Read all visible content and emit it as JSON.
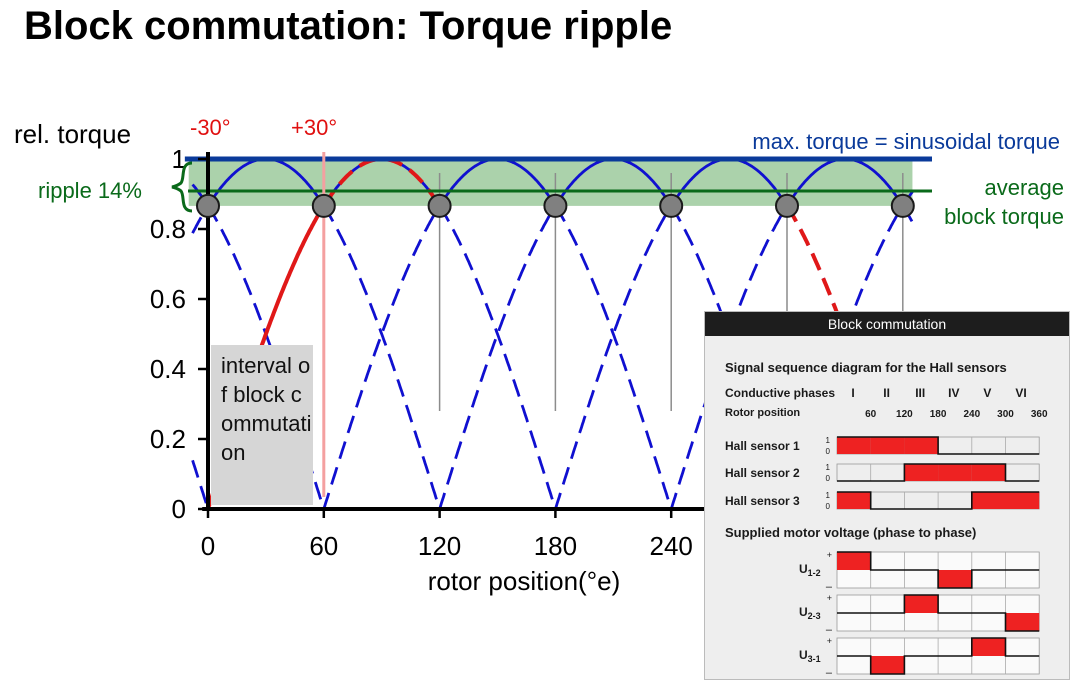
{
  "page": {
    "title": "Block commutation: Torque ripple"
  },
  "chart_data": [
    {
      "type": "line",
      "xlabel": "rotor position(°e)",
      "ylabel": "rel. torque",
      "xlim": [
        0,
        360
      ],
      "ylim": [
        0,
        1
      ],
      "x_ticks": [
        0,
        60,
        120,
        180,
        240
      ],
      "x_tick_labels": [
        "0",
        "60",
        "120",
        "180",
        "240"
      ],
      "y_ticks": [
        0,
        0.2,
        0.4,
        0.6,
        0.8,
        1
      ],
      "y_tick_labels": [
        "0",
        "0.2",
        "0.4",
        "0.6",
        "0.8",
        "1"
      ],
      "series": [
        {
          "kind": "phase-torque-curves",
          "function": "|sin(x + phase)|",
          "color": "#1010d0",
          "dashed_below": 0.866
        },
        {
          "kind": "active-block-torque",
          "color": "#e01818",
          "x_ranges": [
            [
              0,
              60
            ],
            [
              60,
              120
            ],
            [
              300,
              360
            ]
          ]
        },
        {
          "kind": "constant",
          "y": 1,
          "color": "#0a3a9a"
        },
        {
          "kind": "constant",
          "y": 0.9085,
          "color": "#0a6a1a"
        }
      ],
      "commutation_points": {
        "x": [
          0,
          60,
          120,
          180,
          240,
          300,
          360
        ],
        "y": 0.866
      },
      "markers": {
        "minus30": {
          "label": "-30°",
          "x": 0,
          "color": "#e01010"
        },
        "plus30": {
          "label": "+30°",
          "x": 60,
          "color": "#e01010"
        }
      },
      "ripple_band": {
        "from": 0.866,
        "to": 1,
        "color": "#9cca9c",
        "label": "ripple 14%"
      },
      "annotations": {
        "max_torque": "max. torque = sinusoidal torque",
        "average_line1": "average",
        "average_line2": "block torque",
        "interval": "interval of block commutation"
      },
      "colors": {
        "blue_curve": "#1010d0",
        "red_curve": "#e01818",
        "max_line": "#0a3a9a",
        "avg_line": "#0a6a1a",
        "band": "#9cca9c",
        "marker_line": "#f4a0a0",
        "point_fill": "#808080"
      }
    },
    {
      "type": "table",
      "title": "Block commutation",
      "hall_title": "Signal sequence diagram for the Hall sensors",
      "conductive_label": "Conductive phases",
      "phases": [
        "I",
        "II",
        "III",
        "IV",
        "V",
        "VI"
      ],
      "rotor_label": "Rotor position",
      "rotor_positions": [
        "60",
        "120",
        "180",
        "240",
        "300",
        "360"
      ],
      "level_high": "1",
      "level_low": "0",
      "hall_sensors": [
        {
          "label": "Hall sensor 1",
          "states": [
            1,
            1,
            1,
            0,
            0,
            0
          ]
        },
        {
          "label": "Hall sensor 2",
          "states": [
            0,
            0,
            1,
            1,
            1,
            0
          ]
        },
        {
          "label": "Hall sensor 3",
          "states": [
            1,
            0,
            0,
            0,
            1,
            1
          ]
        }
      ],
      "voltage_title": "Supplied motor voltage (phase to phase)",
      "plus": "+",
      "minus": "–",
      "voltages": [
        {
          "label": "U1-2",
          "label_main": "U",
          "label_sub": "1-2",
          "states": [
            1,
            0,
            0,
            -1,
            0,
            0
          ]
        },
        {
          "label": "U2-3",
          "label_main": "U",
          "label_sub": "2-3",
          "states": [
            0,
            0,
            1,
            0,
            0,
            -1
          ]
        },
        {
          "label": "U3-1",
          "label_main": "U",
          "label_sub": "3-1",
          "states": [
            0,
            -1,
            0,
            0,
            1,
            0
          ]
        }
      ],
      "colors": {
        "fill": "#ee2222",
        "grid": "#777777",
        "text": "#1a1a1a"
      }
    }
  ]
}
